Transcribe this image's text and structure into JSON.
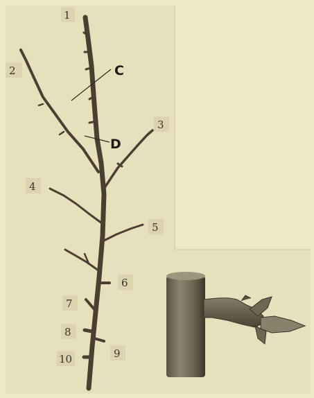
{
  "figure": {
    "branch_labels": [
      "1",
      "2",
      "3",
      "4",
      "5",
      "6",
      "7",
      "8",
      "9",
      "10"
    ],
    "pointer_labels": [
      "C",
      "D"
    ]
  },
  "colors": {
    "paper": "#efe8c4",
    "photo_panel": "#e7e0bd",
    "branch": "#4a3f30",
    "label_tag": "#dcd3b0"
  }
}
